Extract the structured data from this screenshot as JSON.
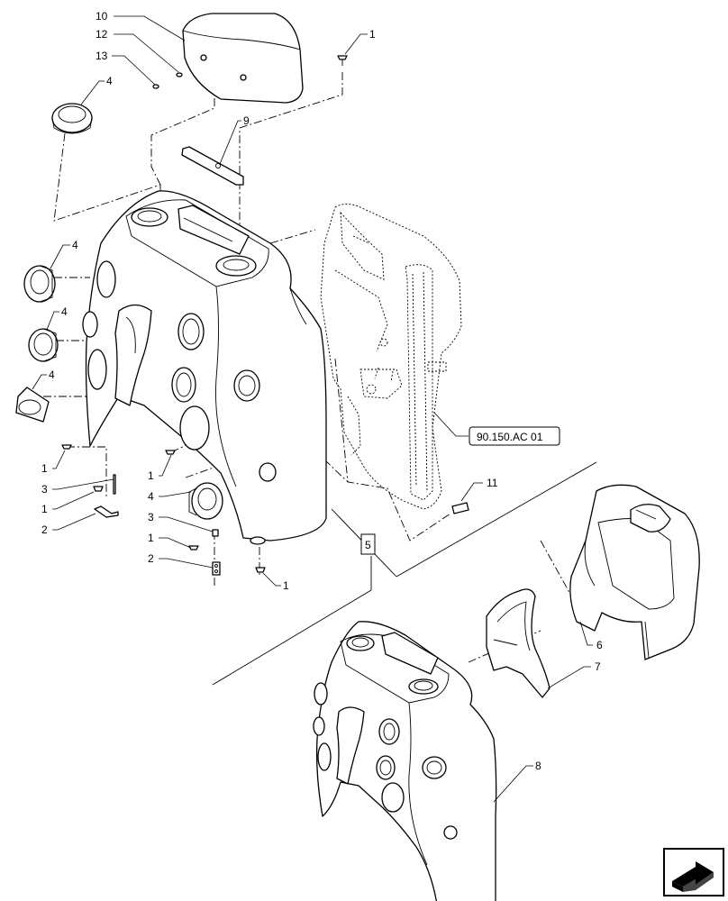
{
  "callouts": {
    "c10": "10",
    "c12": "12",
    "c13": "13",
    "c4a": "4",
    "c4b": "4",
    "c4c": "4",
    "c4d": "4",
    "c4e": "4",
    "c1a": "1",
    "c1b": "1",
    "c1c": "1",
    "c1d": "1",
    "c1e": "1",
    "c1f": "1",
    "c9": "9",
    "c3a": "3",
    "c3b": "3",
    "c2a": "2",
    "c2b": "2",
    "c11": "11",
    "c5": "5",
    "c6": "6",
    "c7": "7",
    "c8": "8"
  },
  "reference_box": "90.150.AC 01",
  "nav_icon": "next-page-arrow-icon"
}
